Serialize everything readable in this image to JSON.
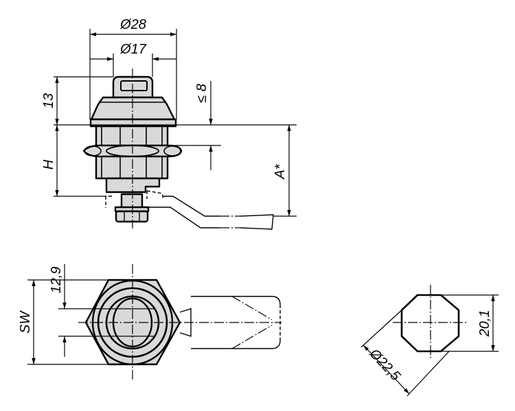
{
  "drawing": {
    "side_view": {
      "dim_outer_diameter": "Ø28",
      "dim_inner_diameter": "Ø17",
      "dim_head_height": "13",
      "dim_clamp_height": "H",
      "dim_max_thickness": "≤ 8",
      "dim_cam_distance": "A*"
    },
    "front_view": {
      "dim_slot_width": "12,9",
      "dim_wrench_size": "SW"
    },
    "cutout_view": {
      "dim_diameter": "Ø22,5",
      "dim_flat_width": "20,1"
    }
  }
}
